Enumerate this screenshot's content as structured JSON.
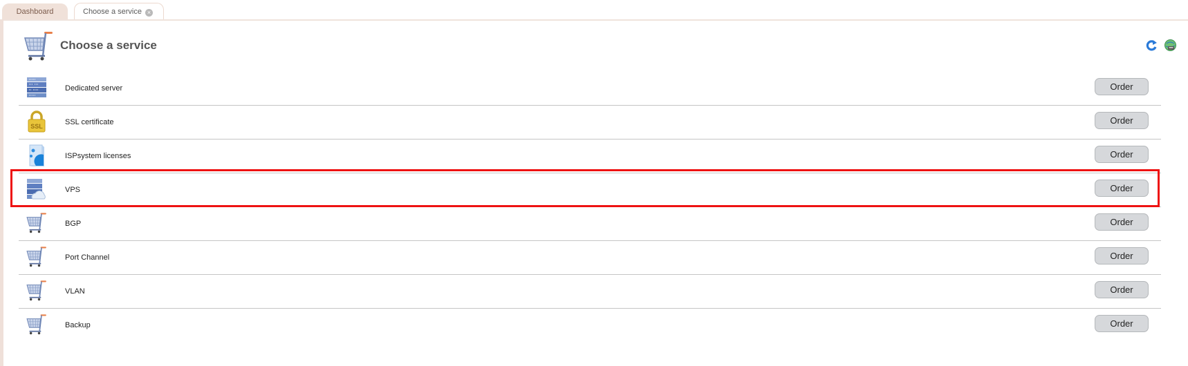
{
  "tabs": [
    {
      "label": "Dashboard",
      "active": false
    },
    {
      "label": "Choose a service",
      "active": true,
      "closable": true,
      "close_icon": "close-circle-icon"
    }
  ],
  "page": {
    "title": "Choose a service",
    "title_icon": "shopping-cart-icon",
    "toolbar": [
      {
        "name": "refresh",
        "icon": "refresh-icon"
      },
      {
        "name": "print",
        "icon": "globe-print-icon"
      }
    ]
  },
  "services": [
    {
      "label": "Dedicated server",
      "icon": "server-rack-icon",
      "button": "Order"
    },
    {
      "label": "SSL certificate",
      "icon": "ssl-lock-icon",
      "button": "Order"
    },
    {
      "label": "ISPsystem licenses",
      "icon": "isp-license-icon",
      "button": "Order"
    },
    {
      "label": "VPS",
      "icon": "server-cloud-icon",
      "button": "Order",
      "highlighted": true
    },
    {
      "label": "BGP",
      "icon": "shopping-cart-icon",
      "button": "Order"
    },
    {
      "label": "Port Channel",
      "icon": "shopping-cart-icon",
      "button": "Order"
    },
    {
      "label": "VLAN",
      "icon": "shopping-cart-icon",
      "button": "Order"
    },
    {
      "label": "Backup",
      "icon": "shopping-cart-icon",
      "button": "Order"
    }
  ],
  "colors": {
    "highlight": "#ee1111",
    "tab_bg": "#f0e1d9",
    "button_bg": "#d6d8db",
    "cart_handle": "#e8804a",
    "cart_body": "#6f86b5"
  }
}
